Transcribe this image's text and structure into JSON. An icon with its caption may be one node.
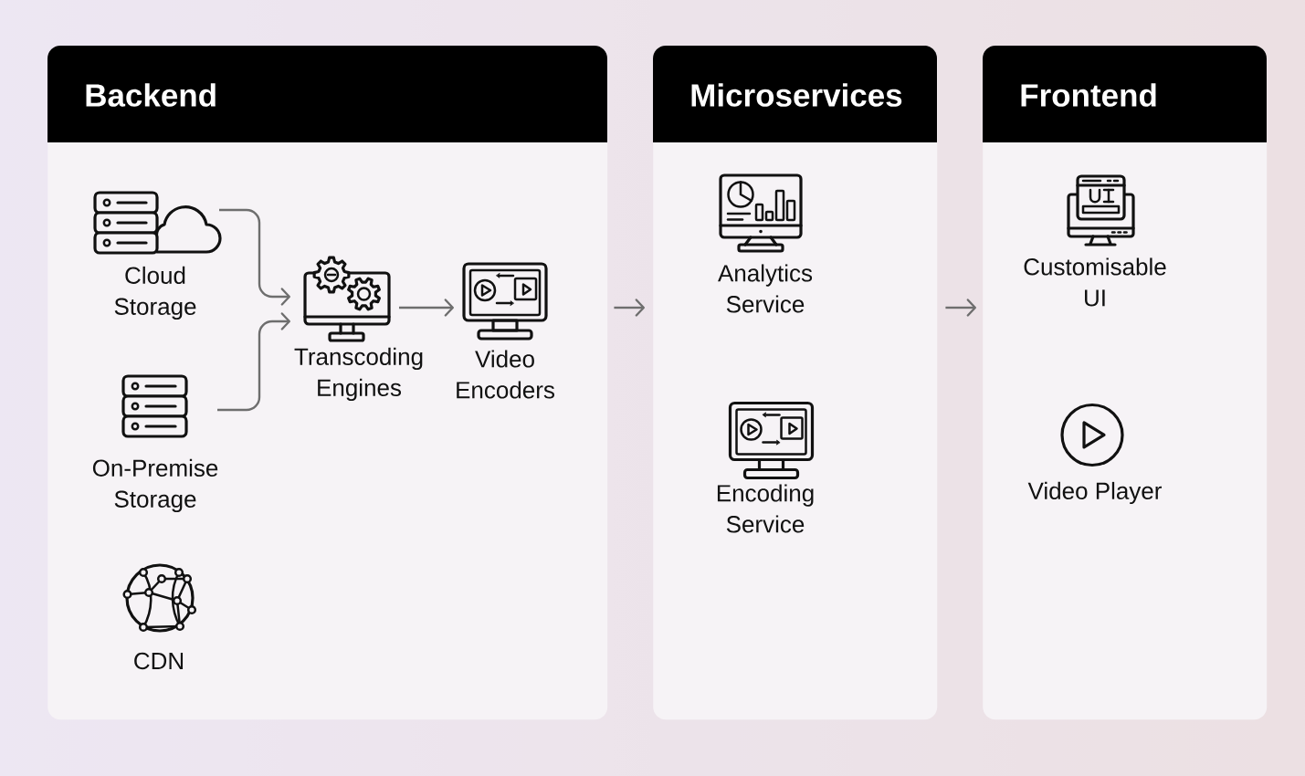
{
  "diagram": {
    "nodes": [
      {
        "text": [
          "Backend"
        ]
      },
      {
        "text": [
          "Cloud Storage"
        ],
        "in": 0
      },
      {
        "text": [
          "Transcoding Engines"
        ],
        "in": 0
      },
      {
        "text": [
          "Video Encoders"
        ],
        "in": 0
      },
      {
        "text": [
          "On-Premise Storage"
        ],
        "in": 0
      },
      {
        "text": [
          "CDN"
        ],
        "in": 0
      },
      {
        "text": [
          "Microservices"
        ]
      },
      {
        "text": [
          "Analytics Service"
        ],
        "in": 6
      },
      {
        "text": [
          "Encoding Service"
        ],
        "in": 6
      },
      {
        "text": [
          "Frontend"
        ]
      },
      {
        "text": [
          "Customisable UI"
        ],
        "in": 9
      },
      {
        "text": [
          "Video Player"
        ],
        "in": 9
      }
    ],
    "edges": [
      {
        "from": 1,
        "to": 2,
        "arrow": "to"
      },
      {
        "from": 4,
        "to": 2,
        "arrow": "to"
      },
      {
        "from": 2,
        "to": 3,
        "arrow": "to"
      },
      {
        "from": 0,
        "to": 6,
        "arrow": "to"
      },
      {
        "from": 6,
        "to": 9,
        "arrow": "to"
      }
    ]
  }
}
